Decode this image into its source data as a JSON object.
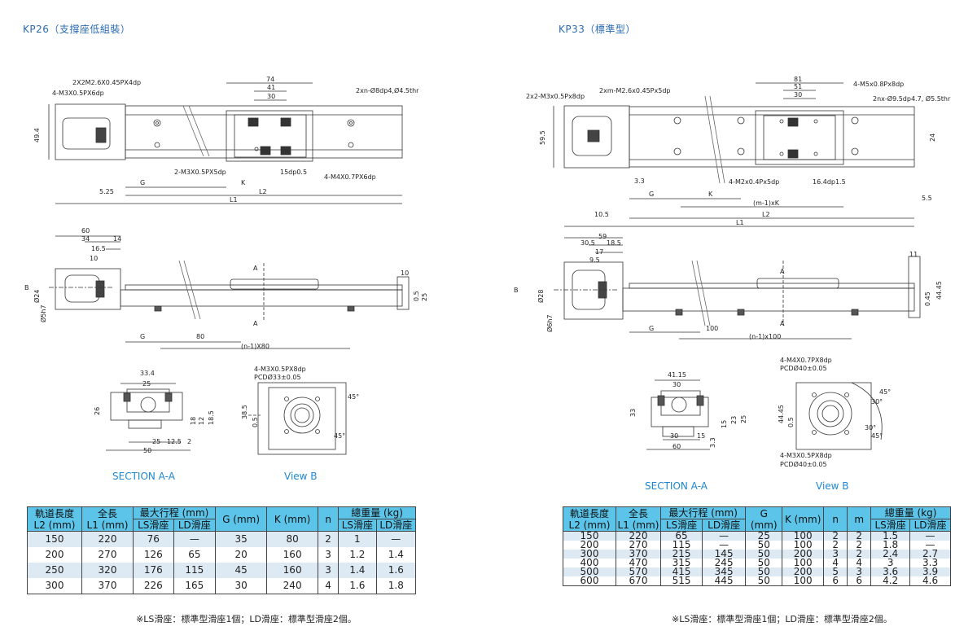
{
  "left": {
    "title": "KP26（支撐座低組裝）",
    "top_view": {
      "callouts": [
        "2X2M2.6X0.45PX4dp",
        "4-M3X0.5PX6dp",
        "2xn-Ø8dp4,Ø4.5thr",
        "2-M3X0.5PX5dp",
        "15dp0.5",
        "4-M4X0.7PX6dp"
      ],
      "dims": [
        "74",
        "41",
        "30",
        "49.4",
        "G",
        "K",
        "5.25",
        "L2",
        "L1"
      ]
    },
    "side_view": {
      "dims": [
        "60",
        "34",
        "14",
        "16.5",
        "10",
        "A",
        "A",
        "10",
        "25",
        "0.5",
        "80",
        "G",
        "(n-1)X80"
      ],
      "labels": [
        "B",
        "Ø24",
        "Ø5h7"
      ]
    },
    "section_dims": [
      "33.4",
      "25",
      "26",
      "18",
      "12",
      "18.5",
      "25",
      "12.5",
      "2",
      "50"
    ],
    "view_b": {
      "callouts": [
        "4-M3X0.5PX8dp",
        "PCDØ33±0.05"
      ],
      "dims": [
        "38.5",
        "0.5",
        "45°",
        "45°"
      ]
    },
    "section_label": "SECTION A-A",
    "view_label": "View B",
    "table": {
      "headers": {
        "rail_length": "軌道長度\nL2 (mm)",
        "total_length": "全長\nL1 (mm)",
        "max_stroke": "最大行程 (mm)",
        "ls": "LS滑座",
        "ld": "LD滑座",
        "g": "G (mm)",
        "k": "K (mm)",
        "n": "n",
        "weight": "總重量 (kg)",
        "w_ls": "LS滑座",
        "w_ld": "LD滑座"
      },
      "rows": [
        [
          "150",
          "220",
          "76",
          "—",
          "35",
          "80",
          "2",
          "1",
          "—"
        ],
        [
          "200",
          "270",
          "126",
          "65",
          "20",
          "160",
          "3",
          "1.2",
          "1.4"
        ],
        [
          "250",
          "320",
          "176",
          "115",
          "45",
          "160",
          "3",
          "1.4",
          "1.6"
        ],
        [
          "300",
          "370",
          "226",
          "165",
          "30",
          "240",
          "4",
          "1.6",
          "1.8"
        ]
      ]
    },
    "note": "※LS滑座：標準型滑座1個；LD滑座：標準型滑座2個。"
  },
  "right": {
    "title": "KP33（標準型）",
    "top_view": {
      "callouts": [
        "2x2-M3x0.5Px8dp",
        "2xm-M2.6x0.45Px5dp",
        "4-M5x0.8Px8dp",
        "2nx-Ø9.5dp4.7, Ø5.5thr",
        "4-M2x0.4Px5dp",
        "16.4dp1.5"
      ],
      "dims": [
        "81",
        "51",
        "30",
        "59.5",
        "24",
        "3.3",
        "G",
        "K",
        "(m-1)xK",
        "5.5",
        "10.5",
        "L2",
        "L1"
      ]
    },
    "side_view": {
      "dims": [
        "59",
        "30.5",
        "18.5",
        "17",
        "9.5",
        "11",
        "A",
        "A",
        "0.45",
        "44.45",
        "G",
        "100",
        "(n-1)x100"
      ],
      "labels": [
        "B",
        "Ø28",
        "Ø6h7"
      ]
    },
    "section_dims": [
      "41.15",
      "30",
      "33",
      "15",
      "23",
      "25",
      "30",
      "15",
      "3.3",
      "60"
    ],
    "view_b": {
      "callouts": [
        "4-M4X0.7PX8dp",
        "PCDØ40±0.05",
        "4-M3X0.5PX8dp",
        "PCDØ40±0.05"
      ],
      "dims": [
        "44.45",
        "0.5",
        "30°",
        "45°",
        "30°",
        "45°"
      ]
    },
    "section_label": "SECTION A-A",
    "view_label": "View B",
    "table": {
      "headers": {
        "rail_length": "軌道長度\nL2 (mm)",
        "total_length": "全長\nL1 (mm)",
        "max_stroke": "最大行程 (mm)",
        "ls": "LS滑座",
        "ld": "LD滑座",
        "g": "G (mm)",
        "k": "K (mm)",
        "n": "n",
        "m": "m",
        "weight": "總重量 (kg)",
        "w_ls": "LS滑座",
        "w_ld": "LD滑座"
      },
      "rows": [
        [
          "150",
          "220",
          "65",
          "—",
          "25",
          "100",
          "2",
          "2",
          "1.5",
          "—"
        ],
        [
          "200",
          "270",
          "115",
          "—",
          "50",
          "100",
          "2",
          "2",
          "1.8",
          "—"
        ],
        [
          "300",
          "370",
          "215",
          "145",
          "50",
          "200",
          "3",
          "2",
          "2.4",
          "2.7"
        ],
        [
          "400",
          "470",
          "315",
          "245",
          "50",
          "100",
          "4",
          "4",
          "3",
          "3.3"
        ],
        [
          "500",
          "570",
          "415",
          "345",
          "50",
          "200",
          "5",
          "3",
          "3.6",
          "3.9"
        ],
        [
          "600",
          "670",
          "515",
          "445",
          "50",
          "100",
          "6",
          "6",
          "4.2",
          "4.6"
        ]
      ]
    },
    "note": "※LS滑座：標準型滑座1個；LD滑座：標準型滑座2個。"
  }
}
